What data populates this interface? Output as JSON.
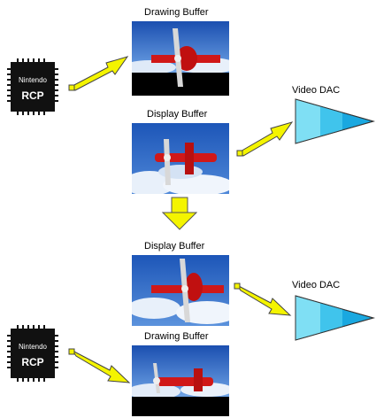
{
  "labels": {
    "top_drawing": "Drawing Buffer",
    "top_display": "Display Buffer",
    "bottom_display": "Display Buffer",
    "bottom_drawing": "Drawing Buffer",
    "video_dac_top": "Video DAC",
    "video_dac_bottom": "Video DAC"
  },
  "chip": {
    "brand": "Nintendo",
    "model": "RCP"
  },
  "colors": {
    "sky": "#2a6bc8",
    "plane": "#d01818",
    "arrow": "#f4f400",
    "dac": "#1aa8e0",
    "chip": "#111111"
  }
}
